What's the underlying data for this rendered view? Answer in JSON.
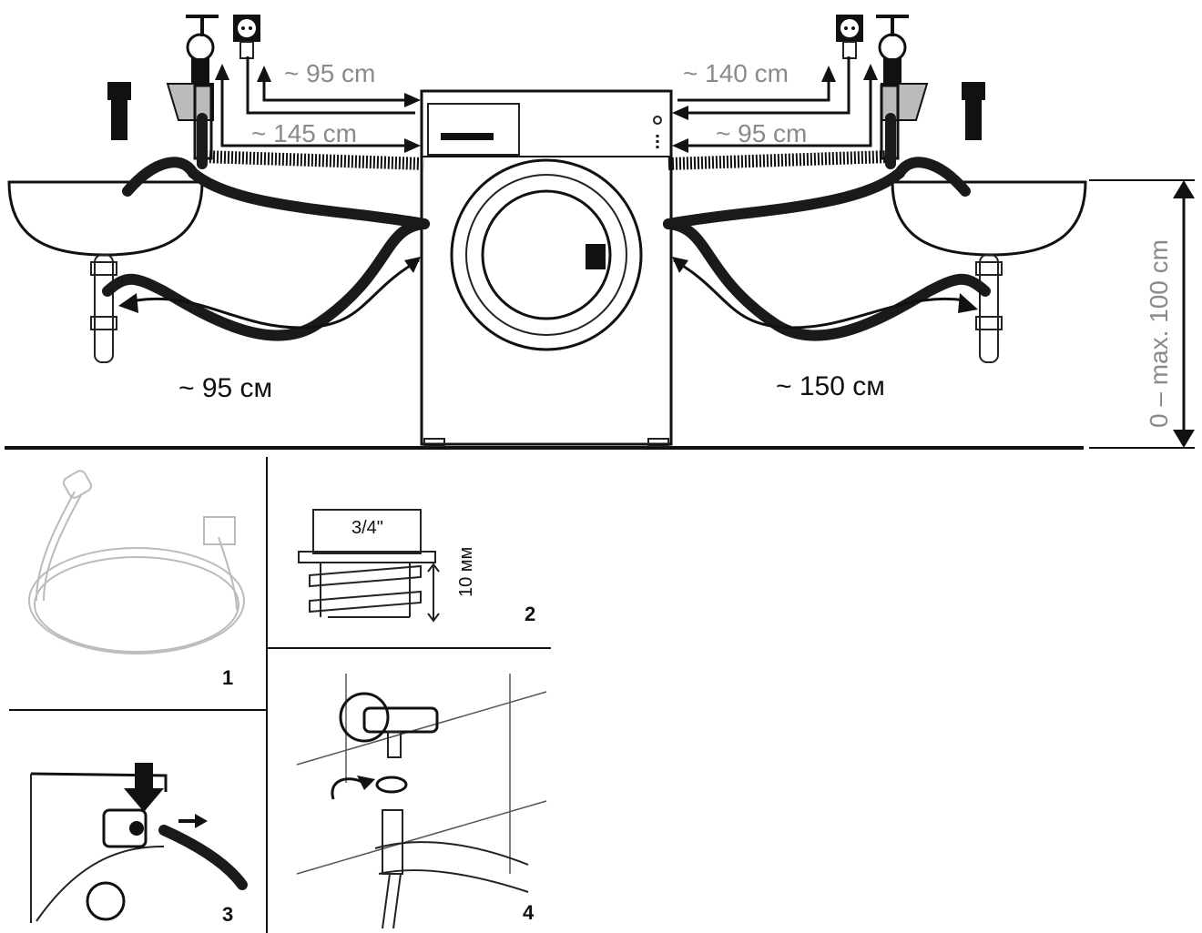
{
  "top_diagram": {
    "left": {
      "inlet_arrow_a": "~ 95 cm",
      "inlet_arrow_b": "~ 145 cm",
      "drain": "~ 95 см"
    },
    "right": {
      "inlet_arrow_a": "~ 140 cm",
      "inlet_arrow_b": "~ 95 cm",
      "drain": "~ 150 см"
    },
    "height_range": "0 – max. 100 cm"
  },
  "panels": {
    "p1": {
      "number": "1"
    },
    "p2": {
      "number": "2",
      "thread": "3/4\"",
      "depth": "10 мм"
    },
    "p3": {
      "number": "3"
    },
    "p4": {
      "number": "4"
    }
  }
}
